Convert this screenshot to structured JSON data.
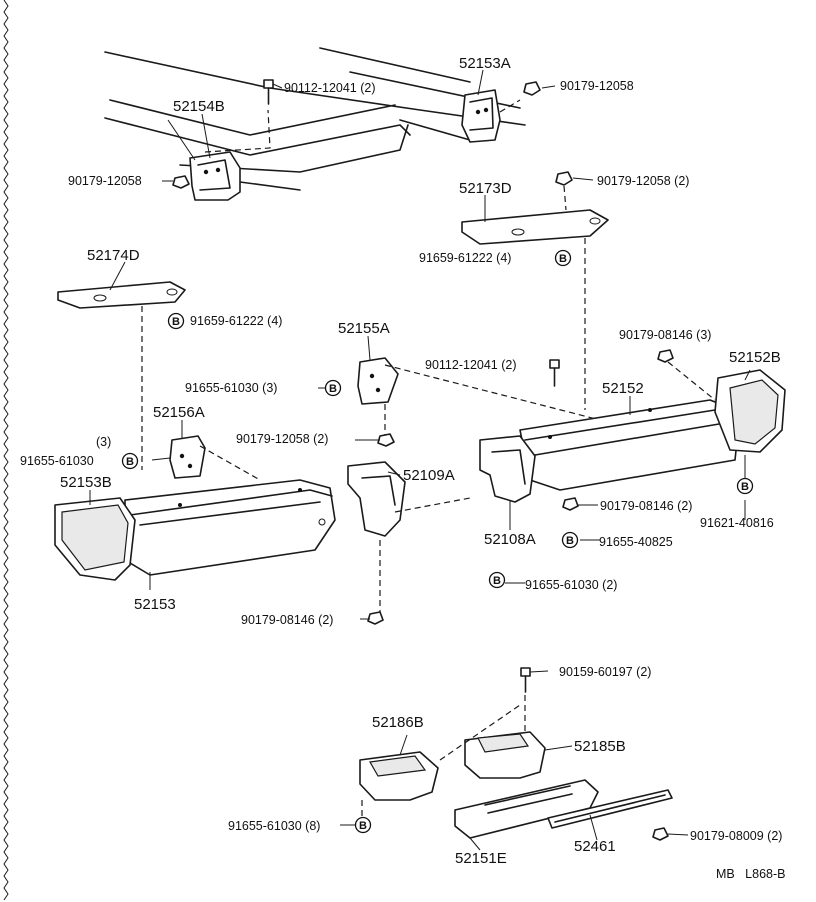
{
  "diagram": {
    "parts": {
      "p52153A": "52153A",
      "p52154B": "52154B",
      "p52173D": "52173D",
      "p52174D": "52174D",
      "p52155A": "52155A",
      "p52152B": "52152B",
      "p52152": "52152",
      "p52156A": "52156A",
      "p52153B": "52153B",
      "p52109A": "52109A",
      "p52108A": "52108A",
      "p52153": "52153",
      "p52186B": "52186B",
      "p52185B": "52185B",
      "p52151E": "52151E",
      "p52461": "52461"
    },
    "fasteners": {
      "f1": "90112-12041 (2)",
      "f2": "90179-12058",
      "f3": "90179-12058",
      "f4": "90179-12058 (2)",
      "f5": "91659-61222 (4)",
      "f6": "91659-61222 (4)",
      "f7": "90179-08146 (3)",
      "f8": "90112-12041 (2)",
      "f9": "91655-61030 (3)",
      "f10": "90179-12058 (2)",
      "f11a": "(3)",
      "f11b": "91655-61030",
      "f12": "90179-08146 (2)",
      "f13": "91621-40816",
      "f14": "91655-40825",
      "f15": "91655-61030 (2)",
      "f16": "90179-08146 (2)",
      "f17": "90159-60197 (2)",
      "f18": "91655-61030 (8)",
      "f19": "90179-08009 (2)"
    },
    "badge_letter": "B",
    "footer_code": "MB   L868-B"
  }
}
